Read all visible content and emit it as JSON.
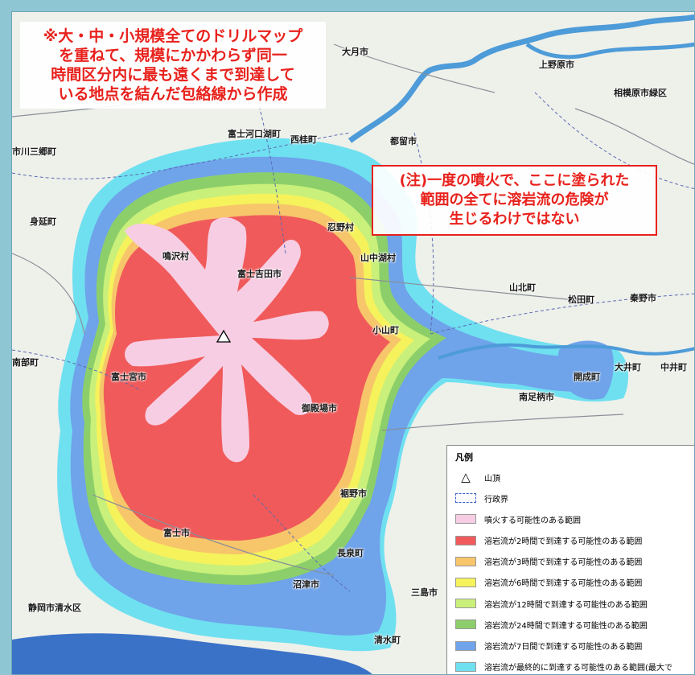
{
  "notes": {
    "envelope_lines": [
      "※大・中・小規模全てのドリルマップ",
      "を重ねて、規模にかかわらず同一",
      "時間区分内に最も遠くまで到達して",
      "いる地点を結んだ包絡線から作成"
    ],
    "caution_lines": [
      "(注)一度の噴火で、ここに塗られた",
      "範囲の全てに溶岩流の危険が",
      "生じるわけではない"
    ]
  },
  "places": {
    "otsuki": "大月市",
    "uenohara": "上野原市",
    "sagamihara": "相模原市緑区",
    "ichikawamisato": "市川三郷町",
    "fujikawaguchiko": "富士河口湖町",
    "nishikatsura": "西桂町",
    "tsuru": "都留市",
    "minobu": "身延町",
    "narusawa": "鳴沢村",
    "fujiyoshida": "富士吉田市",
    "oshino": "忍野村",
    "yamanakako": "山中湖村",
    "yamakita": "山北町",
    "matsuda": "松田町",
    "hadano": "秦野市",
    "oyama": "小山町",
    "nanbu": "南部町",
    "fujinomiya": "富士宮市",
    "gotemba": "御殿場市",
    "oi": "大井町",
    "nakai": "中井町",
    "kaisei": "開成町",
    "minamiashigara": "南足柄市",
    "susono": "裾野市",
    "fuji": "富士市",
    "nagaizumi": "長泉町",
    "numazu": "沼津市",
    "mishima": "三島市",
    "shizuoka_shimizu": "静岡市清水区",
    "shimizu_cho": "清水町"
  },
  "legend": {
    "title": "凡例",
    "items": [
      {
        "label": "山頂",
        "symbol": "triangle",
        "color": "#000000"
      },
      {
        "label": "行政界",
        "symbol": "dashed-box",
        "color": "#3a5fcd"
      },
      {
        "label": "噴火する可能性のある範囲",
        "color": "#f7cde3"
      },
      {
        "label": "溶岩流が2時間で到達する可能性のある範囲",
        "color": "#f05a5a"
      },
      {
        "label": "溶岩流が3時間で到達する可能性のある範囲",
        "color": "#f7c56a"
      },
      {
        "label": "溶岩流が6時間で到達する可能性のある範囲",
        "color": "#f5f25c"
      },
      {
        "label": "溶岩流が12時間で到達する可能性のある範囲",
        "color": "#c9f07a"
      },
      {
        "label": "溶岩流が24時間で到達する可能性のある範囲",
        "color": "#8ccf6a"
      },
      {
        "label": "溶岩流が7日間で到達する可能性のある範囲",
        "color": "#6fa3ea"
      },
      {
        "label": "溶岩流が最終的に到達する可能性のある範囲(最大で",
        "color": "#6fe0f0"
      }
    ]
  },
  "colors": {
    "page_background": "#8fc6d3",
    "map_base": "#eef0ea",
    "alert_red": "#e8211c",
    "vent_pink": "#f7cde3",
    "zone_2h": "#f05a5a",
    "zone_3h": "#f7c56a",
    "zone_6h": "#f5f25c",
    "zone_12h": "#c9f07a",
    "zone_24h": "#8ccf6a",
    "zone_7d": "#6fa3ea",
    "zone_final": "#6fe0f0",
    "water": "#4d9bd8",
    "sea": "#3a72c8"
  },
  "icons": {
    "summit": "triangle-icon"
  }
}
